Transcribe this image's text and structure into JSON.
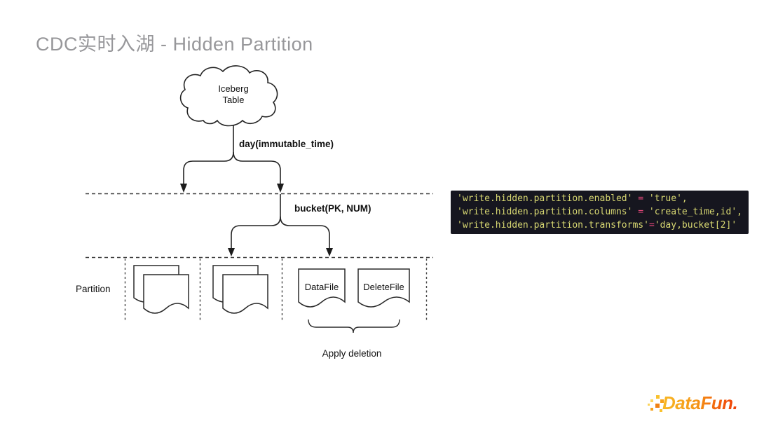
{
  "slide": {
    "title": "CDC实时入湖 - Hidden Partition"
  },
  "diagram": {
    "cloud_label": "Iceberg\nTable",
    "level1_transform_label": "day(immutable_time)",
    "level2_transform_label": "bucket(PK, NUM)",
    "partition_label": "Partition",
    "datafile_label": "DataFile",
    "deletefile_label": "DeleteFile",
    "apply_deletion_label": "Apply deletion"
  },
  "code_block": {
    "background_color": "#16161f",
    "text_color": "#d8d872",
    "operator_color": "#e8487c",
    "lines": [
      {
        "pre": "'write.hidden.partition.enabled' ",
        "op": "=",
        "post": " 'true',"
      },
      {
        "pre": "'write.hidden.partition.columns' ",
        "op": "=",
        "post": " 'create_time,id',"
      },
      {
        "pre": "'write.hidden.partition.transforms'",
        "op": "=",
        "post": "'day,bucket[2]'"
      }
    ]
  },
  "logo": {
    "text": "DataFun.",
    "gradient_from": "#f8b824",
    "gradient_to": "#ee3d05"
  }
}
